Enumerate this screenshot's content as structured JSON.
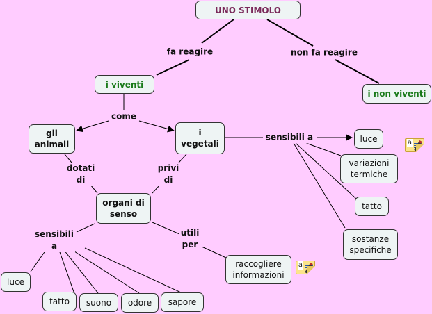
{
  "map": {
    "background": "#ffccff",
    "node_fill": "#eef4f4",
    "root_text_color": "#7a2a5a",
    "green_text_color": "#1a7a1a"
  },
  "nodes": {
    "stimolo": "UNO STIMOLO",
    "viventi": "i viventi",
    "non_viventi": "i non viventi",
    "animali": "gli\nanimali",
    "vegetali": "i\nvegetali",
    "organi": "organi di\nsenso",
    "veg_luce": "luce",
    "veg_variazioni": "variazioni\ntermiche",
    "veg_tatto": "tatto",
    "veg_sostanze": "sostanze\nspecifiche",
    "raccogliere": "raccogliere\ninformazioni",
    "org_luce": "luce",
    "org_tatto": "tatto",
    "org_suono": "suono",
    "org_odore": "odore",
    "org_sapore": "sapore"
  },
  "links": {
    "fa_reagire": "fa reagire",
    "non_fa_reagire": "non fa reagire",
    "come": "come",
    "dotati_di": "dotati\ndi",
    "privi_di": "privi\ndi",
    "sensibili_a_veg": "sensibili a",
    "sensibili_a_org": "sensibili\na",
    "utili_per": "utili\nper"
  },
  "annotations": [
    {
      "icon": "note-icon",
      "label": "a"
    },
    {
      "icon": "note-icon",
      "label": "a"
    }
  ]
}
